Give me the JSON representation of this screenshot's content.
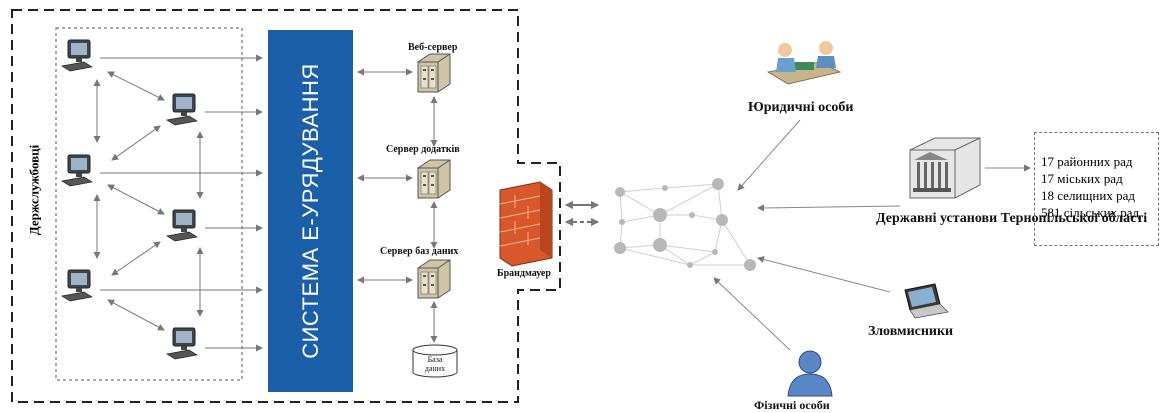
{
  "system": {
    "title": "СИСТЕМА Е-УРЯДУВАННЯ"
  },
  "civil_servants": {
    "label": "Держслужбовці"
  },
  "servers": {
    "web": "Веб-сервер",
    "app": "Сервер додатків",
    "db": "Сервер баз даних",
    "database": "База даних"
  },
  "firewall": {
    "label": "Брандмауер"
  },
  "entities": {
    "legal": "Юридичні особи",
    "individuals": "Фізичні особи",
    "attackers": "Зловмисники",
    "gov": "Державні установи Тернопільської області"
  },
  "councils": [
    "17 районних рад",
    "17 міських рад",
    "18 селищних рад",
    "581 сільських рад"
  ],
  "colors": {
    "system_bg": "#1a5fa8",
    "firewall": "#e36a3c",
    "node": "#aaaaaa",
    "server": "#d8cfb4"
  }
}
